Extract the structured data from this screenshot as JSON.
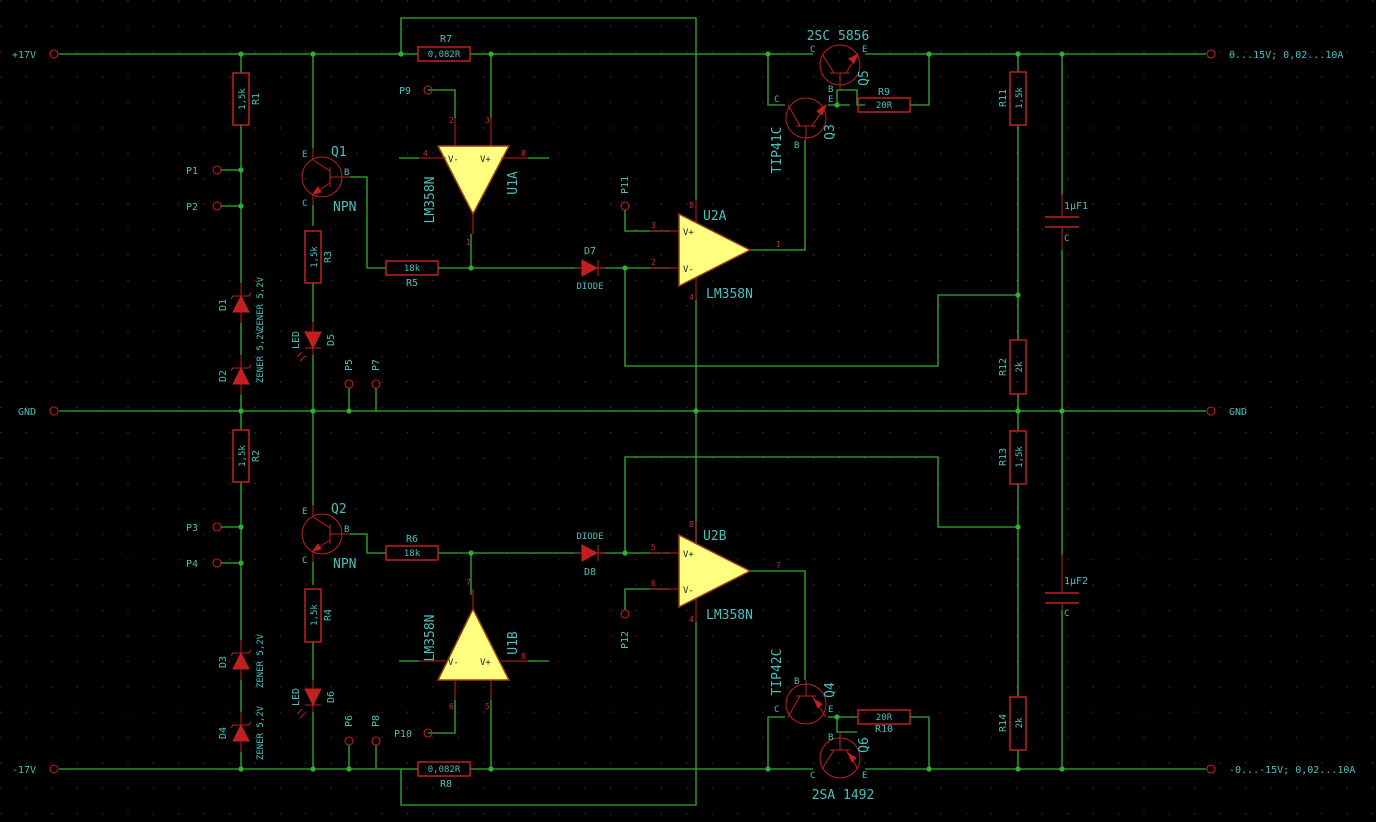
{
  "rails": {
    "plus_in": "+17V",
    "gnd_in": "GND",
    "minus_in": "-17V",
    "plus_out": "0...15V; 0,02...10A",
    "gnd_out": "GND",
    "minus_out": "-0...-15V; 0,02...10A"
  },
  "resistors": [
    {
      "ref": "R1",
      "value": "1,5k"
    },
    {
      "ref": "R2",
      "value": "1,5k"
    },
    {
      "ref": "R3",
      "value": "1,5k"
    },
    {
      "ref": "R4",
      "value": "1,5k"
    },
    {
      "ref": "R5",
      "value": "18k"
    },
    {
      "ref": "R6",
      "value": "18k"
    },
    {
      "ref": "R7",
      "value": "0,082R"
    },
    {
      "ref": "R8",
      "value": "0,082R"
    },
    {
      "ref": "R9",
      "value": "20R"
    },
    {
      "ref": "R10",
      "value": "20R"
    },
    {
      "ref": "R11",
      "value": "1,5k"
    },
    {
      "ref": "R12",
      "value": "2k"
    },
    {
      "ref": "R13",
      "value": "1,5k"
    },
    {
      "ref": "R14",
      "value": "2k"
    }
  ],
  "transistors": [
    {
      "ref": "Q1",
      "value": "NPN"
    },
    {
      "ref": "Q2",
      "value": "NPN"
    },
    {
      "ref": "Q3",
      "value": "TIP41C"
    },
    {
      "ref": "Q4",
      "value": "TIP42C"
    },
    {
      "ref": "Q5",
      "value": "2SC 5856"
    },
    {
      "ref": "Q6",
      "value": "2SA 1492"
    }
  ],
  "opamps": [
    {
      "ref": "U1A",
      "value": "LM358N"
    },
    {
      "ref": "U1B",
      "value": "LM358N"
    },
    {
      "ref": "U2A",
      "value": "LM358N"
    },
    {
      "ref": "U2B",
      "value": "LM358N"
    }
  ],
  "diodes": [
    {
      "ref": "D1",
      "value": "ZENER 5,2V"
    },
    {
      "ref": "D2",
      "value": "ZENER 5,2V"
    },
    {
      "ref": "D3",
      "value": "ZENER 5,2V"
    },
    {
      "ref": "D4",
      "value": "ZENER 5,2V"
    },
    {
      "ref": "D5",
      "value": "LED"
    },
    {
      "ref": "D6",
      "value": "LED"
    },
    {
      "ref": "D7",
      "value": "DIODE"
    },
    {
      "ref": "D8",
      "value": "DIODE"
    }
  ],
  "capacitors": [
    {
      "ref": "1µF1",
      "value": "C"
    },
    {
      "ref": "1µF2",
      "value": "C"
    }
  ],
  "test_points": [
    "P1",
    "P2",
    "P3",
    "P4",
    "P5",
    "P6",
    "P7",
    "P8",
    "P9",
    "P10",
    "P11",
    "P12"
  ],
  "pins": {
    "E": "E",
    "B": "B",
    "C": "C",
    "Vm": "V-",
    "Vp": "V+",
    "n1": "1",
    "n2": "2",
    "n3": "3",
    "n4": "4",
    "n5": "5",
    "n6": "6",
    "n7": "7",
    "n8": "8"
  },
  "colors": {
    "background": "#000000",
    "wire": "#30b030",
    "part": "#c02020",
    "text": "#48c0c0",
    "opamp_fill": "#ffff80",
    "opamp_outline": "#9a4010"
  }
}
